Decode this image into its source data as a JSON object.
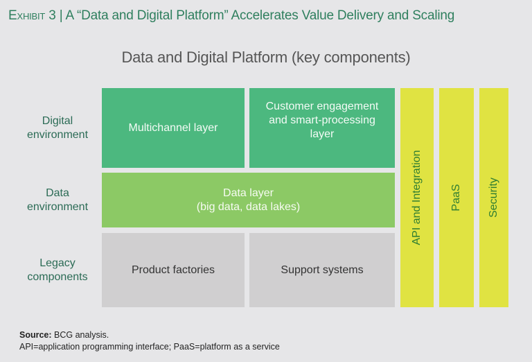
{
  "header": {
    "exhibit_label": "Exhibit 3",
    "separator": "|",
    "title": "A “Data and Digital Platform” Accelerates Value Delivery and Scaling"
  },
  "diagram": {
    "title": "Data and Digital Platform (key components)",
    "rows": [
      {
        "label_line1": "Digital",
        "label_line2": "environment"
      },
      {
        "label_line1": "Data",
        "label_line2": "environment"
      },
      {
        "label_line1": "Legacy",
        "label_line2": "components"
      }
    ],
    "boxes": {
      "multichannel": "Multichannel layer",
      "customer_line1": "Customer engagement",
      "customer_line2": "and smart-processing",
      "customer_line3": "layer",
      "data_line1": "Data layer",
      "data_line2": "(big data, data lakes)",
      "product_factories": "Product factories",
      "support_systems": "Support systems"
    },
    "vertical_bars": [
      "API and Integration",
      "PaaS",
      "Security"
    ],
    "colors": {
      "digital": "#4cb87f",
      "data": "#8cc965",
      "legacy": "#d0cfd0",
      "cross_cutting": "#e0e342",
      "accent_text": "#2f7f5e"
    }
  },
  "footer": {
    "source_label": "Source:",
    "source_text": " BCG analysis.",
    "note": "API=application programming interface; PaaS=platform as a service"
  }
}
